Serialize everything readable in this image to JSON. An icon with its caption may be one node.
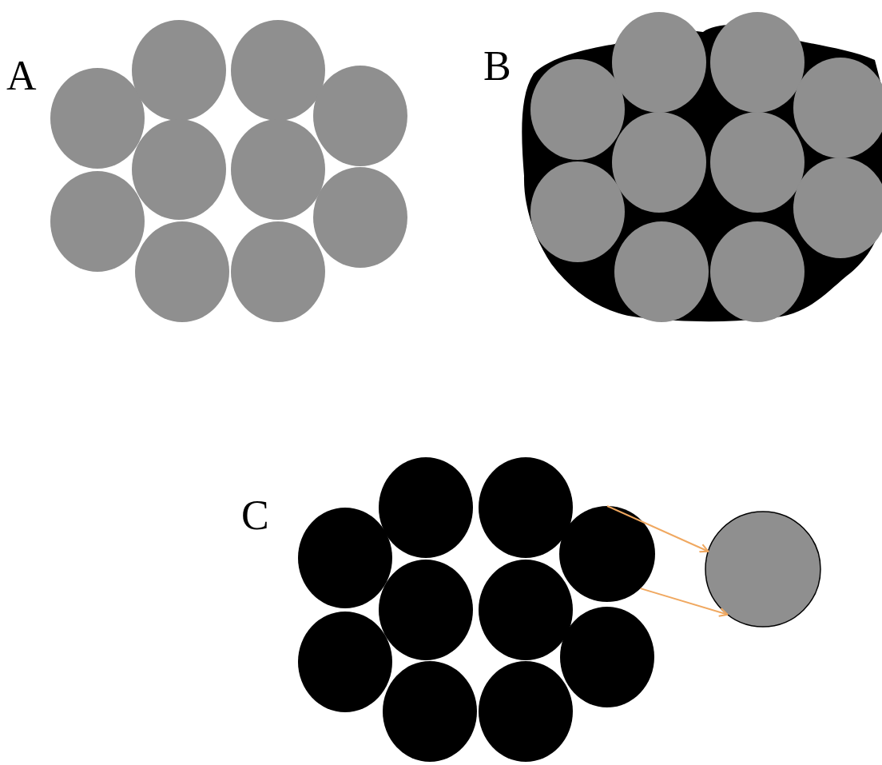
{
  "diagram": {
    "nodes": [
      {
        "text": [],
        "shape": "circle"
      },
      {
        "text": [],
        "shape": "circle"
      }
    ],
    "edges": [
      {
        "from": 0,
        "to": 1,
        "arrow": "to",
        "color": "#f0a860"
      },
      {
        "from": 0,
        "to": 1,
        "arrow": "to",
        "color": "#f0a860"
      }
    ],
    "labels": [
      "A",
      "B",
      "C"
    ]
  }
}
